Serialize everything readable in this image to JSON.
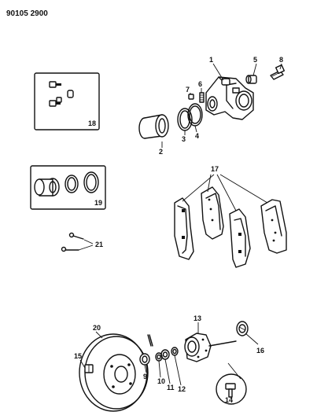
{
  "diagram_code": "90105 2900",
  "callouts": {
    "c1": "1",
    "c2": "2",
    "c3": "3",
    "c4": "4",
    "c5": "5",
    "c6": "6",
    "c7": "7",
    "c8": "8",
    "c9": "9",
    "c10": "10",
    "c11": "11",
    "c12": "12",
    "c13": "13",
    "c14": "14",
    "c15": "15",
    "c16": "16",
    "c17": "17",
    "c18": "18",
    "c19": "19",
    "c20": "20",
    "c21": "21"
  }
}
